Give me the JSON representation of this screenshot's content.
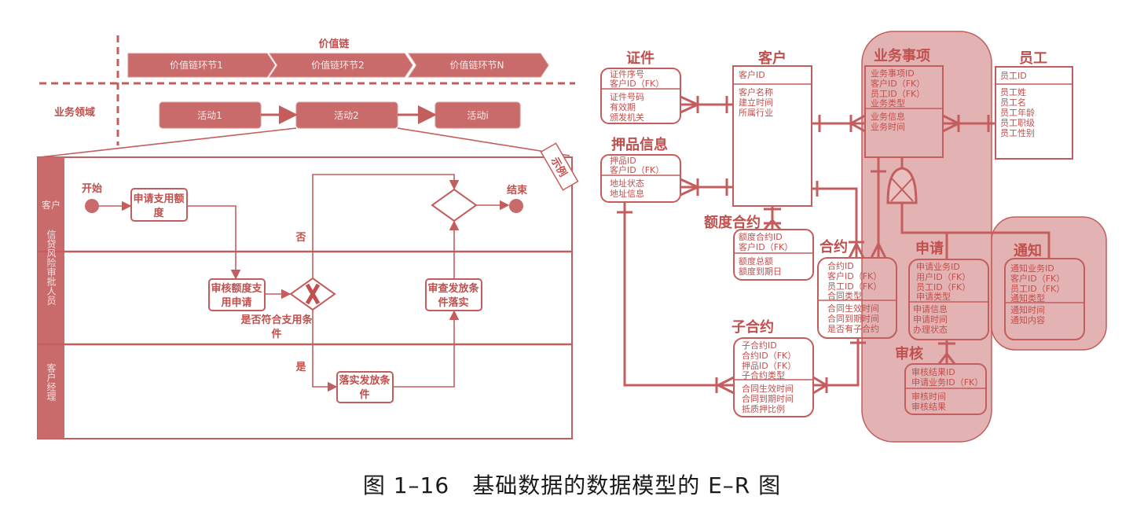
{
  "colors": {
    "primary": "#c45d5d",
    "fill": "#c96b6b",
    "region": "#d99a9a"
  },
  "value_chain": {
    "title": "价值链",
    "stages": [
      "价值链环节1",
      "价值链环节2",
      "价值链环节N"
    ]
  },
  "business_domain": {
    "label": "业务领域",
    "activities": [
      "活动1",
      "活动2",
      "活动i"
    ]
  },
  "example_tag": "示例",
  "swimlanes": {
    "lanes": [
      "客户",
      "信贷风险审批人员",
      "客户经理"
    ],
    "start": "开始",
    "end": "结束",
    "apply": [
      "申请支用额",
      "度"
    ],
    "review": [
      "审核额度支",
      "用申请"
    ],
    "condition": [
      "是否符合支用条",
      "件"
    ],
    "no": "否",
    "yes": "是",
    "implement": [
      "落实发放条",
      "件"
    ],
    "check": [
      "审查发放条",
      "件落实"
    ]
  },
  "er": {
    "certificate": {
      "title": "证件",
      "keys": [
        "证件序号",
        "客户ID（FK）"
      ],
      "attrs": [
        "证件号码",
        "有效期",
        "颁发机关"
      ]
    },
    "customer": {
      "title": "客户",
      "keys": [
        "客户ID"
      ],
      "attrs": [
        "客户名称",
        "建立时间",
        "所属行业"
      ]
    },
    "collateral": {
      "title": "押品信息",
      "keys": [
        "押品ID",
        "客户ID（FK）"
      ],
      "attrs": [
        "地址状态",
        "地址信息"
      ]
    },
    "business": {
      "title": "业务事项",
      "keys": [
        "业务事项ID",
        "客户ID（FK）",
        "员工ID（FK）",
        "业务类型"
      ],
      "attrs": [
        "业务信息",
        "业务时间"
      ]
    },
    "employee": {
      "title": "员工",
      "keys": [
        "员工ID"
      ],
      "attrs": [
        "员工姓",
        "员工名",
        "员工年龄",
        "员工职级",
        "员工性别"
      ]
    },
    "credit_contract": {
      "title": "额度合约",
      "keys": [
        "额度合约ID",
        "客户ID（FK）"
      ],
      "attrs": [
        "额度总额",
        "额度到期日"
      ]
    },
    "contract": {
      "title": "合约",
      "keys": [
        "合约ID",
        "客户ID（FK）",
        "员工ID（FK）",
        "合同类型"
      ],
      "attrs": [
        "合同生效时间",
        "合同到期时间",
        "是否有子合约"
      ]
    },
    "application": {
      "title": "申请",
      "keys": [
        "申请业务ID",
        "用户ID（FK）",
        "员工ID（FK）",
        "申请类型"
      ],
      "attrs": [
        "申请信息",
        "申请时间",
        "办理状态"
      ]
    },
    "notice": {
      "title": "通知",
      "keys": [
        "通知业务ID",
        "客户ID（FK）",
        "员工ID（FK）",
        "通知类型"
      ],
      "attrs": [
        "通知时间",
        "通知内容"
      ]
    },
    "audit": {
      "title": "审核",
      "keys": [
        "审核结果ID",
        "申请业务ID（FK）"
      ],
      "attrs": [
        "审核时间",
        "审核结果"
      ]
    },
    "sub_contract": {
      "title": "子合约",
      "keys": [
        "子合约ID",
        "合约ID（FK）",
        "押品ID（FK）",
        "子合约类型"
      ],
      "attrs": [
        "合同生效时间",
        "合同到期时间",
        "抵质押比例"
      ]
    }
  },
  "caption": "图 1–16　基础数据的数据模型的 E–R 图"
}
